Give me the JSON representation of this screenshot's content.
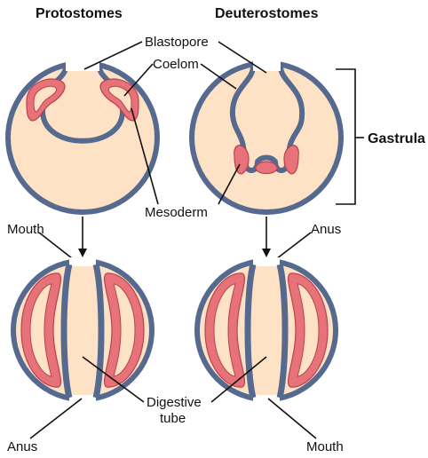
{
  "headers": {
    "left": "Protostomes",
    "right": "Deuterostomes"
  },
  "labels": {
    "blastopore": "Blastopore",
    "coelom": "Coelom",
    "gastrula": "Gastrula",
    "mesoderm": "Mesoderm",
    "mouth_left": "Mouth",
    "anus_right": "Anus",
    "digestive_tube_line1": "Digestive",
    "digestive_tube_line2": "tube",
    "anus_left": "Anus",
    "mouth_right": "Mouth"
  },
  "colors": {
    "cytoplasm": "#fde2c5",
    "ectoderm": "#56698f",
    "mesoderm": "#e8727a"
  }
}
